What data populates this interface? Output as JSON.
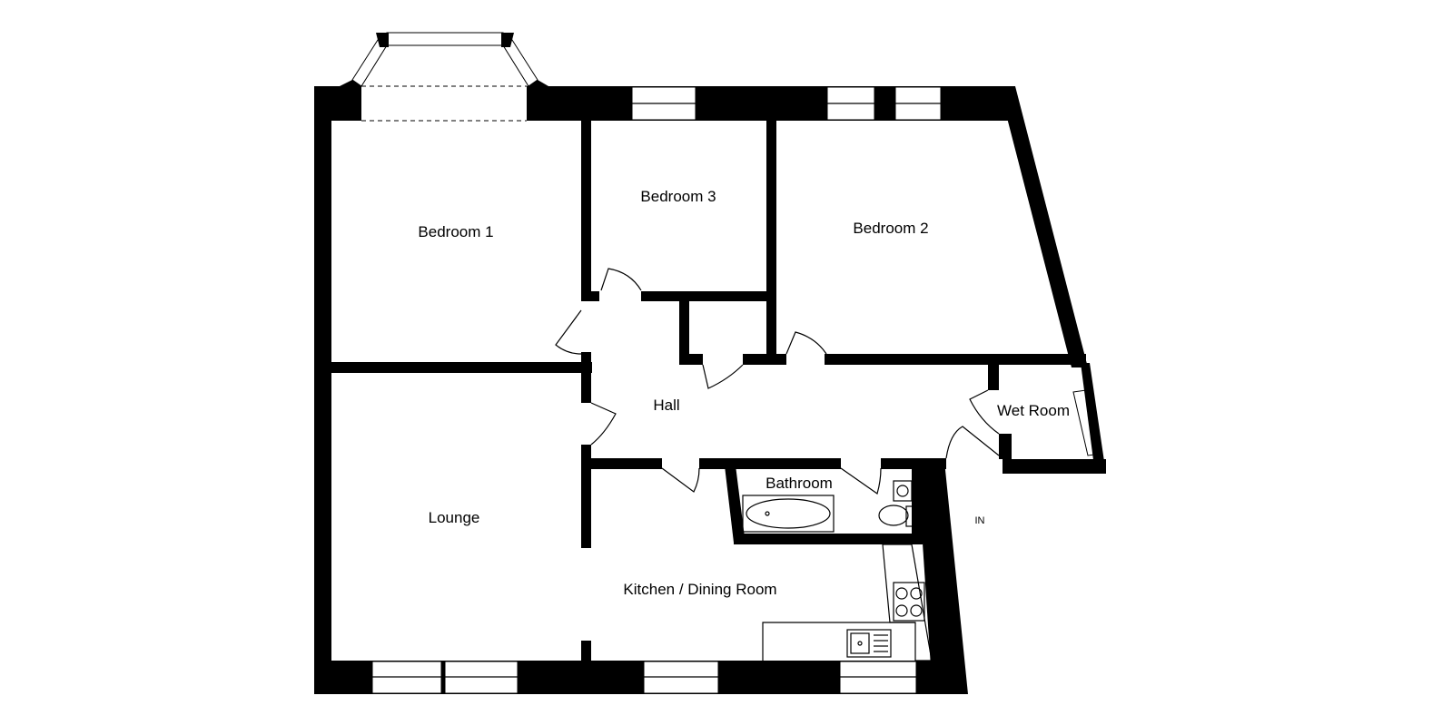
{
  "rooms": {
    "bedroom1": "Bedroom 1",
    "bedroom3": "Bedroom 3",
    "bedroom2": "Bedroom 2",
    "hall": "Hall",
    "wet_room": "Wet Room",
    "bathroom": "Bathroom",
    "lounge": "Lounge",
    "kitchen_dining": "Kitchen / Dining Room"
  },
  "entrance_label": "IN",
  "colors": {
    "walls": "#000000",
    "background": "#ffffff"
  }
}
